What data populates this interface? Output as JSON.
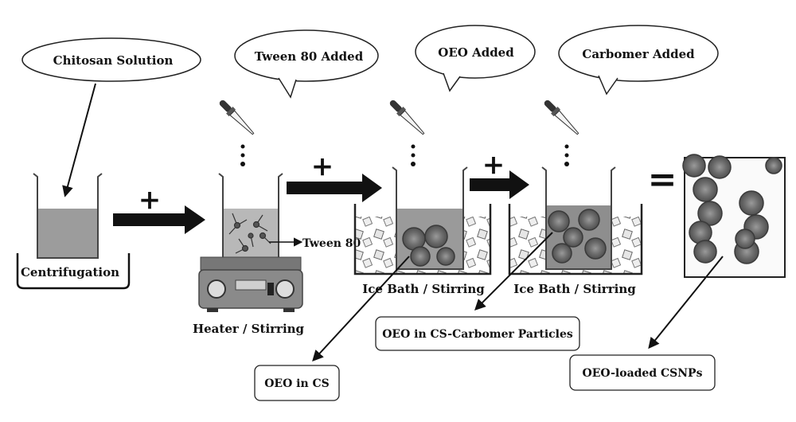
{
  "bubbles": {
    "chitosan": "Chitosan Solution",
    "tween": "Tween 80 Added",
    "oeo": "OEO Added",
    "carbomer": "Carbomer Added"
  },
  "steps": {
    "centrifugation": "Centrifugation",
    "heater": "Heater / Stirring",
    "ice_bath_1": "Ice Bath / Stirring",
    "ice_bath_2": "Ice Bath / Stirring"
  },
  "annotations": {
    "tween80": "Tween 80"
  },
  "outputs": {
    "oeo_in_cs": "OEO in CS",
    "oeo_cs_carbomer": "OEO in CS-Carbomer Particles",
    "oeo_csnps": "OEO-loaded CSNPs"
  },
  "operators": {
    "plus": "+",
    "equals": "="
  }
}
